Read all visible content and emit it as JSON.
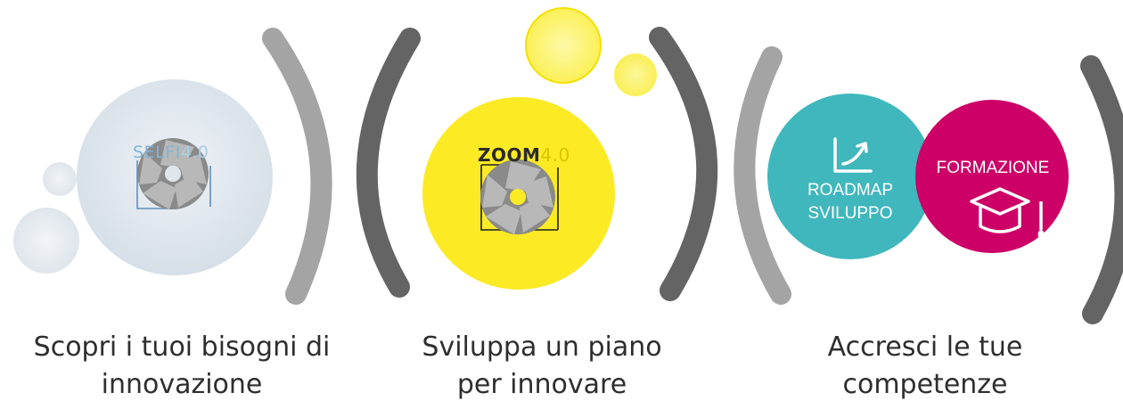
{
  "steps": [
    {
      "logo_name": "SELFI",
      "logo_version": "4.0",
      "caption_line1": "Scopri i tuoi bisogni di",
      "caption_line2": "innovazione"
    },
    {
      "logo_name": "ZOOM",
      "logo_version": "4.0",
      "caption_line1": "Sviluppa un piano",
      "caption_line2": "per innovare"
    },
    {
      "roadmap_line1": "ROADMAP",
      "roadmap_line2": "SVILUPPO",
      "formazione_label": "FORMAZIONE",
      "caption_line1": "Accresci le tue",
      "caption_line2": "competenze"
    }
  ],
  "icons": [
    "camera-shutter-icon",
    "growth-chart-icon",
    "graduation-cap-icon"
  ],
  "colors": {
    "selfi_circle": "#dfe6ec",
    "zoom_circle": "#fbea24",
    "roadmap_circle": "#3fb7bd",
    "formazione_circle": "#cc0066",
    "bracket_light": "#a4a4a4",
    "bracket_dark": "#646464",
    "selfi_logo_text": "#7fb6d6",
    "zoom_logo_text": "#2a2a2a"
  }
}
